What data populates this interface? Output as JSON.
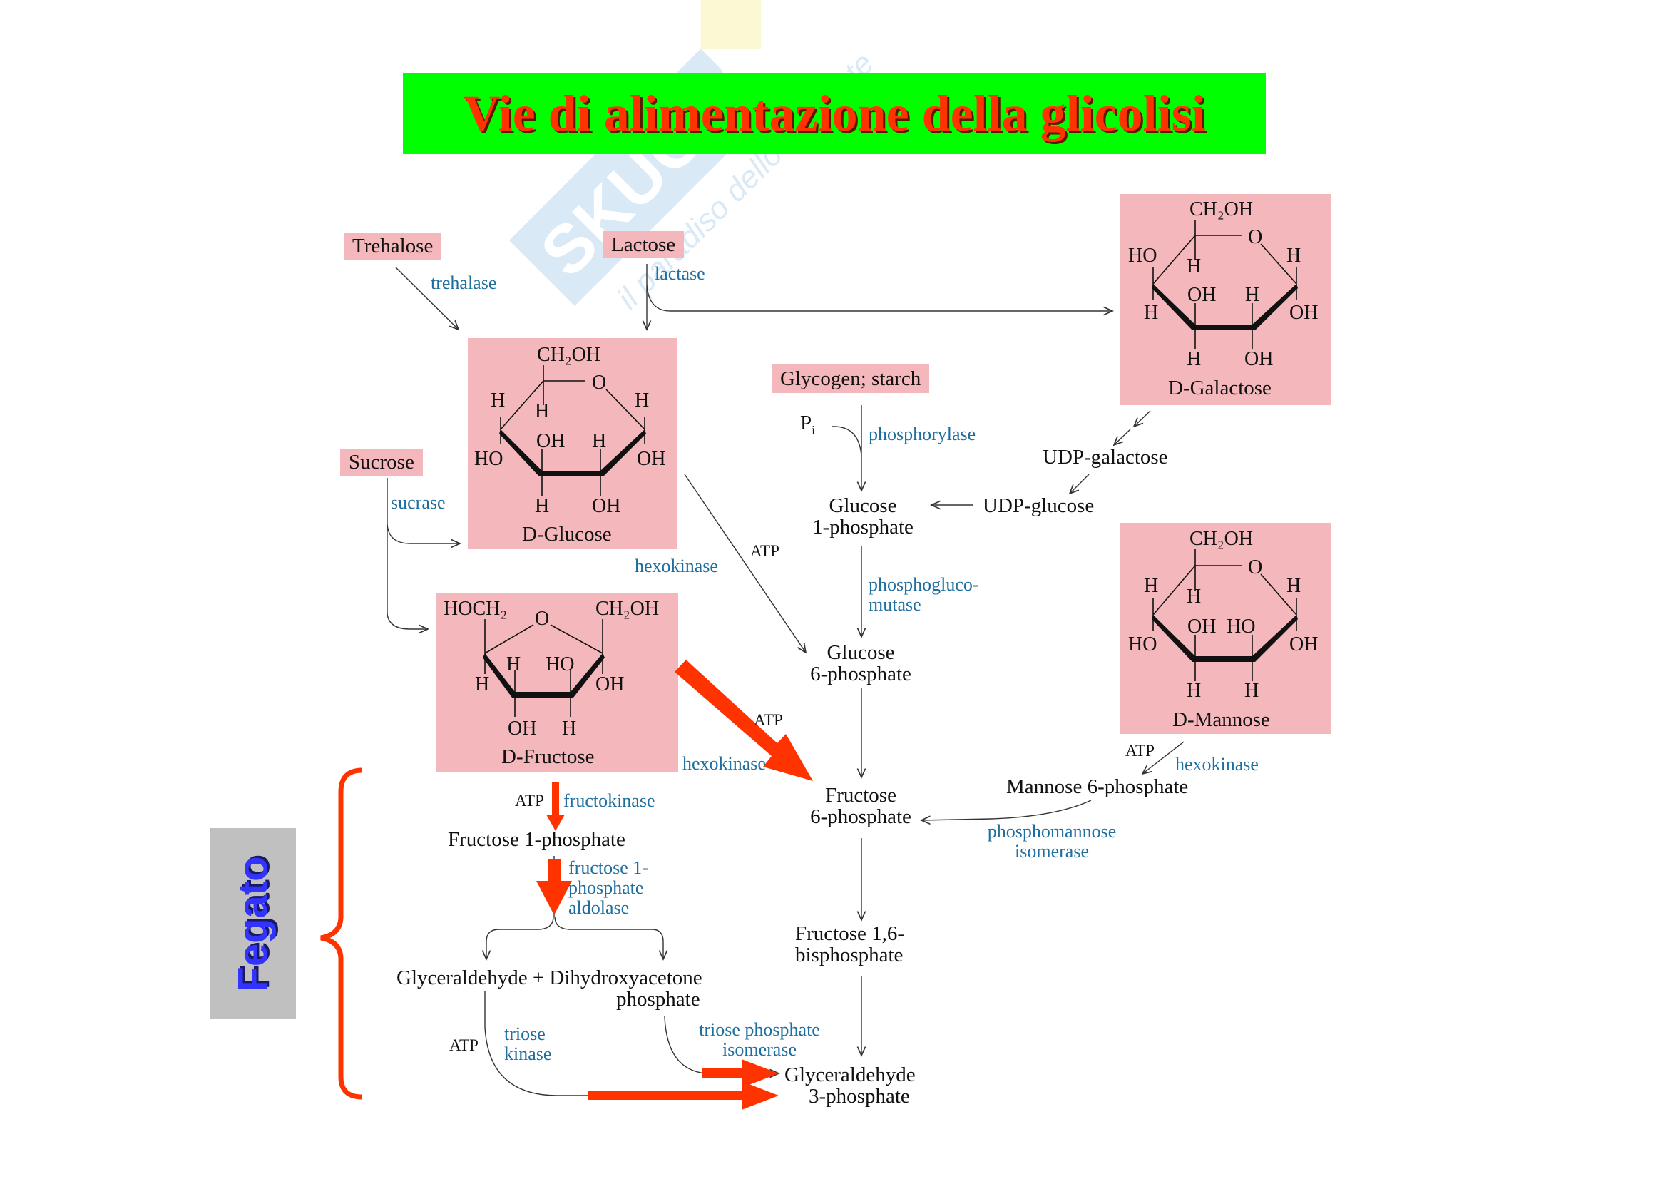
{
  "title": "Vie di alimentazione della glicolisi",
  "watermark": {
    "brand": "SKUOLA.net",
    "tagline": "il paradiso dello studente"
  },
  "side_label": "Fegato",
  "colors": {
    "title_bg": "#00ff00",
    "title_text": "#ff3300",
    "box_pink": "#f4b8bc",
    "enzyme_blue": "#1e6e9e",
    "highlight_red": "#ff3300",
    "side_label_bg": "#c0c0c0",
    "side_label_text": "#3333ff"
  },
  "sources": {
    "trehalose": "Trehalose",
    "lactose": "Lactose",
    "sucrose": "Sucrose",
    "glycogen": "Glycogen; starch"
  },
  "molecules": {
    "glucose": {
      "name": "D-Glucose",
      "top": "CH₂OH",
      "ring_o": "O",
      "labels": [
        "H",
        "H",
        "H",
        "HO",
        "OH",
        "H",
        "OH",
        "H",
        "OH"
      ]
    },
    "fructose": {
      "name": "D-Fructose",
      "left_top": "HOCH₂",
      "right_top": "CH₂OH",
      "ring_o": "O",
      "labels": [
        "H",
        "HO",
        "H",
        "OH",
        "OH",
        "H"
      ]
    },
    "galactose": {
      "name": "D-Galactose",
      "top": "CH₂OH",
      "ring_o": "O",
      "labels": [
        "HO",
        "H",
        "H",
        "H",
        "OH",
        "H",
        "OH",
        "H",
        "OH"
      ]
    },
    "mannose": {
      "name": "D-Mannose",
      "top": "CH₂OH",
      "ring_o": "O",
      "labels": [
        "H",
        "H",
        "H",
        "HO",
        "OH",
        "HO",
        "OH",
        "H",
        "H"
      ]
    }
  },
  "intermediates": {
    "udp_galactose": "UDP-galactose",
    "udp_glucose": "UDP-glucose",
    "glucose_1p": [
      "Glucose",
      "1-phosphate"
    ],
    "glucose_6p": [
      "Glucose",
      "6-phosphate"
    ],
    "fructose_6p": [
      "Fructose",
      "6-phosphate"
    ],
    "mannose_6p": "Mannose 6-phosphate",
    "fructose_1p": "Fructose 1-phosphate",
    "fructose_16bp": [
      "Fructose 1,6-",
      "bisphosphate"
    ],
    "glyceraldehyde_dhap": [
      "Glyceraldehyde + Dihydroxyacetone",
      "phosphate"
    ],
    "gap": [
      "Glyceraldehyde",
      "3-phosphate"
    ]
  },
  "cofactors": {
    "pi": "P",
    "pi_sub": "i",
    "atp": "ATP"
  },
  "enzymes": {
    "trehalase": "trehalase",
    "lactase": "lactase",
    "sucrase": "sucrase",
    "phosphorylase": "phosphorylase",
    "hexokinase": "hexokinase",
    "phosphoglucomutase": [
      "phosphogluco-",
      "mutase"
    ],
    "fructokinase": "fructokinase",
    "f1p_aldolase": [
      "fructose 1-",
      "phosphate",
      "aldolase"
    ],
    "phosphomannose_isomerase": [
      "phosphomannose",
      "isomerase"
    ],
    "triose_kinase": [
      "triose",
      "kinase"
    ],
    "tpi": [
      "triose phosphate",
      "isomerase"
    ]
  }
}
